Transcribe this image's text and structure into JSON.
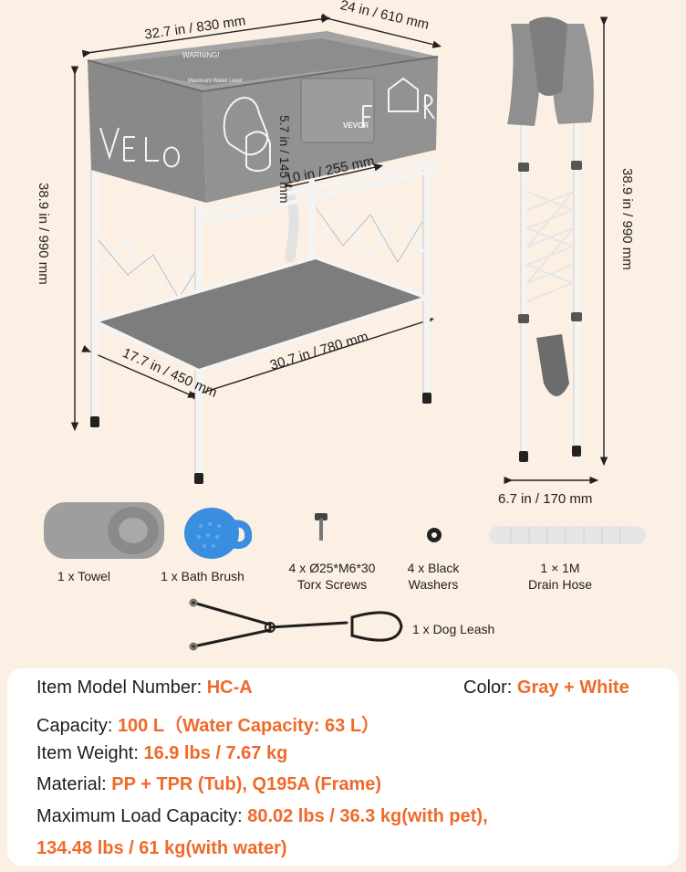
{
  "dimensions": {
    "tub_width": "32.7 in / 830 mm",
    "tub_depth": "24 in / 610 mm",
    "pocket_height": "5.7 in / 145 mm",
    "pocket_width": "10 in / 255 mm",
    "height_front": "38.9 in / 990 mm",
    "height_side": "38.9 in / 990 mm",
    "shelf_depth": "17.7 in / 450 mm",
    "shelf_width": "30.7 in / 780 mm",
    "folded_width": "6.7 in / 170 mm"
  },
  "product_print": {
    "warning": "WARNING!",
    "max_level": "Maximum Water Level",
    "brand": "VEVOR"
  },
  "accessories": [
    {
      "line1": "1 x Towel",
      "line2": ""
    },
    {
      "line1": "1 x Bath Brush",
      "line2": ""
    },
    {
      "line1": "4 x Ø25*M6*30",
      "line2": "Torx Screws"
    },
    {
      "line1": "4 x Black",
      "line2": "Washers"
    },
    {
      "line1": "1 × 1M",
      "line2": "Drain Hose"
    },
    {
      "line1": "1 x Dog Leash",
      "line2": ""
    }
  ],
  "specs": {
    "model_label": "Item Model Number: ",
    "model_value": "HC-A",
    "color_label": "Color: ",
    "color_value": "Gray + White",
    "capacity_label": "Capacity: ",
    "capacity_value": "100 L（Water Capacity: 63 L）",
    "weight_label": "Item Weight: ",
    "weight_value": "16.9 lbs / 7.67 kg",
    "material_label": "Material: ",
    "material_value": "PP + TPR (Tub), Q195A (Frame)",
    "load_label": "Maximum Load Capacity: ",
    "load_value_1": "80.02 lbs / 36.3 kg(with pet),",
    "load_value_2": "134.48 lbs / 61 kg(with water)"
  },
  "colors": {
    "accent": "#ef6a2a",
    "background": "#fcefe3",
    "tub_gray": "#8a8a8a",
    "frame_white": "#f4f4f4"
  }
}
